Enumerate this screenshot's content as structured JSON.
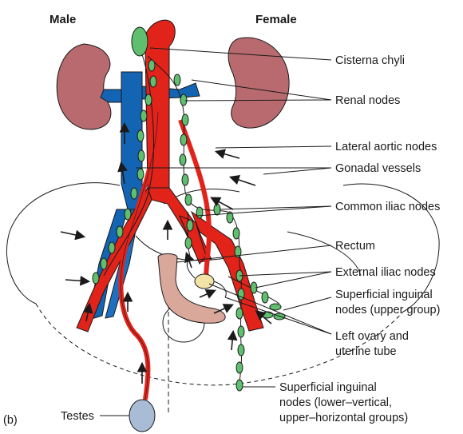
{
  "headers": {
    "male": "Male",
    "female": "Female"
  },
  "panel_label": "(b)",
  "labels": {
    "cisterna_chyli": "Cisterna chyli",
    "renal_nodes": "Renal nodes",
    "lateral_aortic_nodes": "Lateral aortic nodes",
    "gonadal_vessels": "Gonadal vessels",
    "common_iliac_nodes": "Common iliac nodes",
    "rectum": "Rectum",
    "external_iliac_nodes": "External iliac nodes",
    "superficial_inguinal_upper_1": "Superficial inguinal",
    "superficial_inguinal_upper_2": "nodes (upper group)",
    "left_ovary_1": "Left ovary and",
    "left_ovary_2": "uterine tube",
    "superficial_inguinal_lower_1": "Superficial inguinal",
    "superficial_inguinal_lower_2": "nodes (lower–vertical,",
    "superficial_inguinal_lower_3": "upper–horizontal groups)",
    "testes": "Testes"
  },
  "colors": {
    "artery": "#e2231a",
    "vein": "#1464b4",
    "kidney": "#b86a6e",
    "lymph_node": "#5fbf6f",
    "rectum": "#d9a89a",
    "ovary": "#f3e3a6",
    "testis": "#a9bcd6"
  }
}
